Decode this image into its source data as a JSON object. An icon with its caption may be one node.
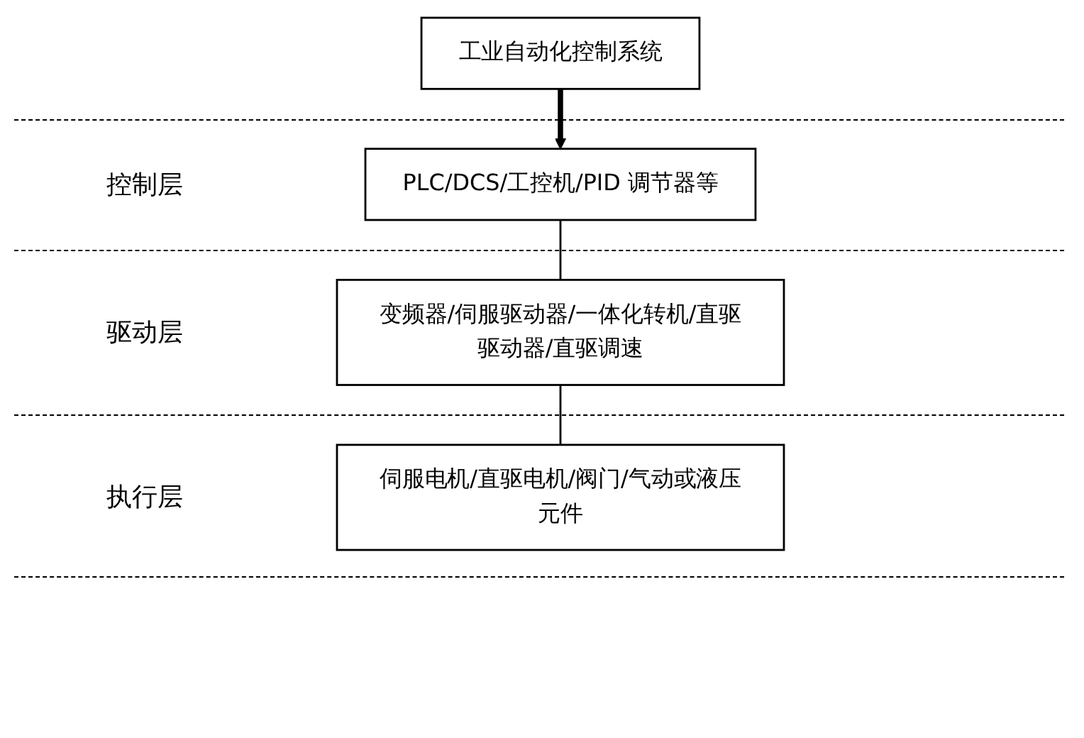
{
  "diagram": {
    "nodes": [
      {
        "text": [
          "工业自动化控制系统"
        ]
      },
      {
        "text": [
          "PLC/DCS/工控机/PID 调节器等"
        ]
      },
      {
        "text": [
          "变频器/伺服驱动器/一体化转机/直驱驱动器/直驱调速"
        ]
      },
      {
        "text": [
          "伺服电机/直驱电机/阀门/气动或液压元件"
        ]
      }
    ],
    "edges": [
      {
        "from": 0,
        "to": 1,
        "arrow": "to",
        "style": "thick"
      },
      {
        "from": 1,
        "to": 2,
        "arrow": "none"
      },
      {
        "from": 2,
        "to": 3,
        "arrow": "none"
      }
    ],
    "labels": [
      "控制层",
      "驱动层",
      "执行层"
    ]
  }
}
